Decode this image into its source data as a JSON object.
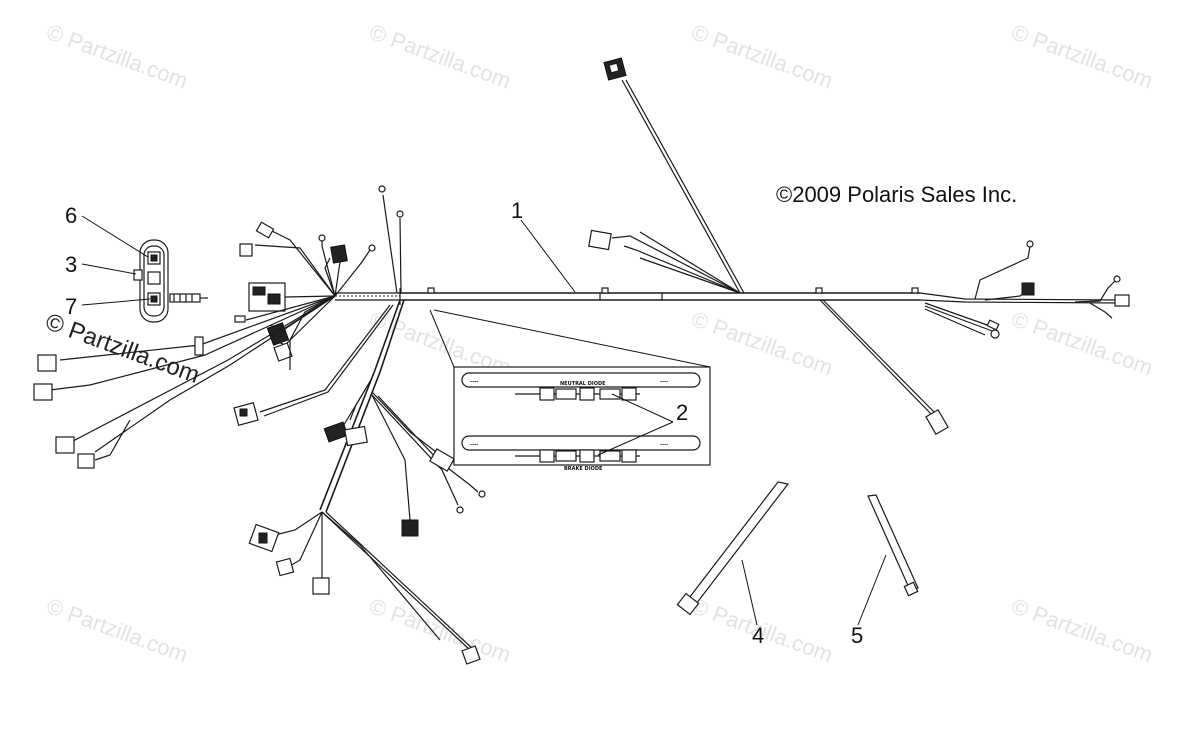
{
  "copyright": "©2009 Polaris Sales Inc.",
  "watermark_text": "© Partzilla.com",
  "callouts": {
    "c1": "1",
    "c2": "2",
    "c3": "3",
    "c4": "4",
    "c5": "5",
    "c6": "6",
    "c7": "7"
  },
  "inset": {
    "neutral_label": "NEUTRAL DIODE",
    "brake_label": "BRAKE DIODE"
  },
  "colors": {
    "line": "#1a1a1a",
    "watermark": "#e2e2e2",
    "background": "#ffffff"
  }
}
